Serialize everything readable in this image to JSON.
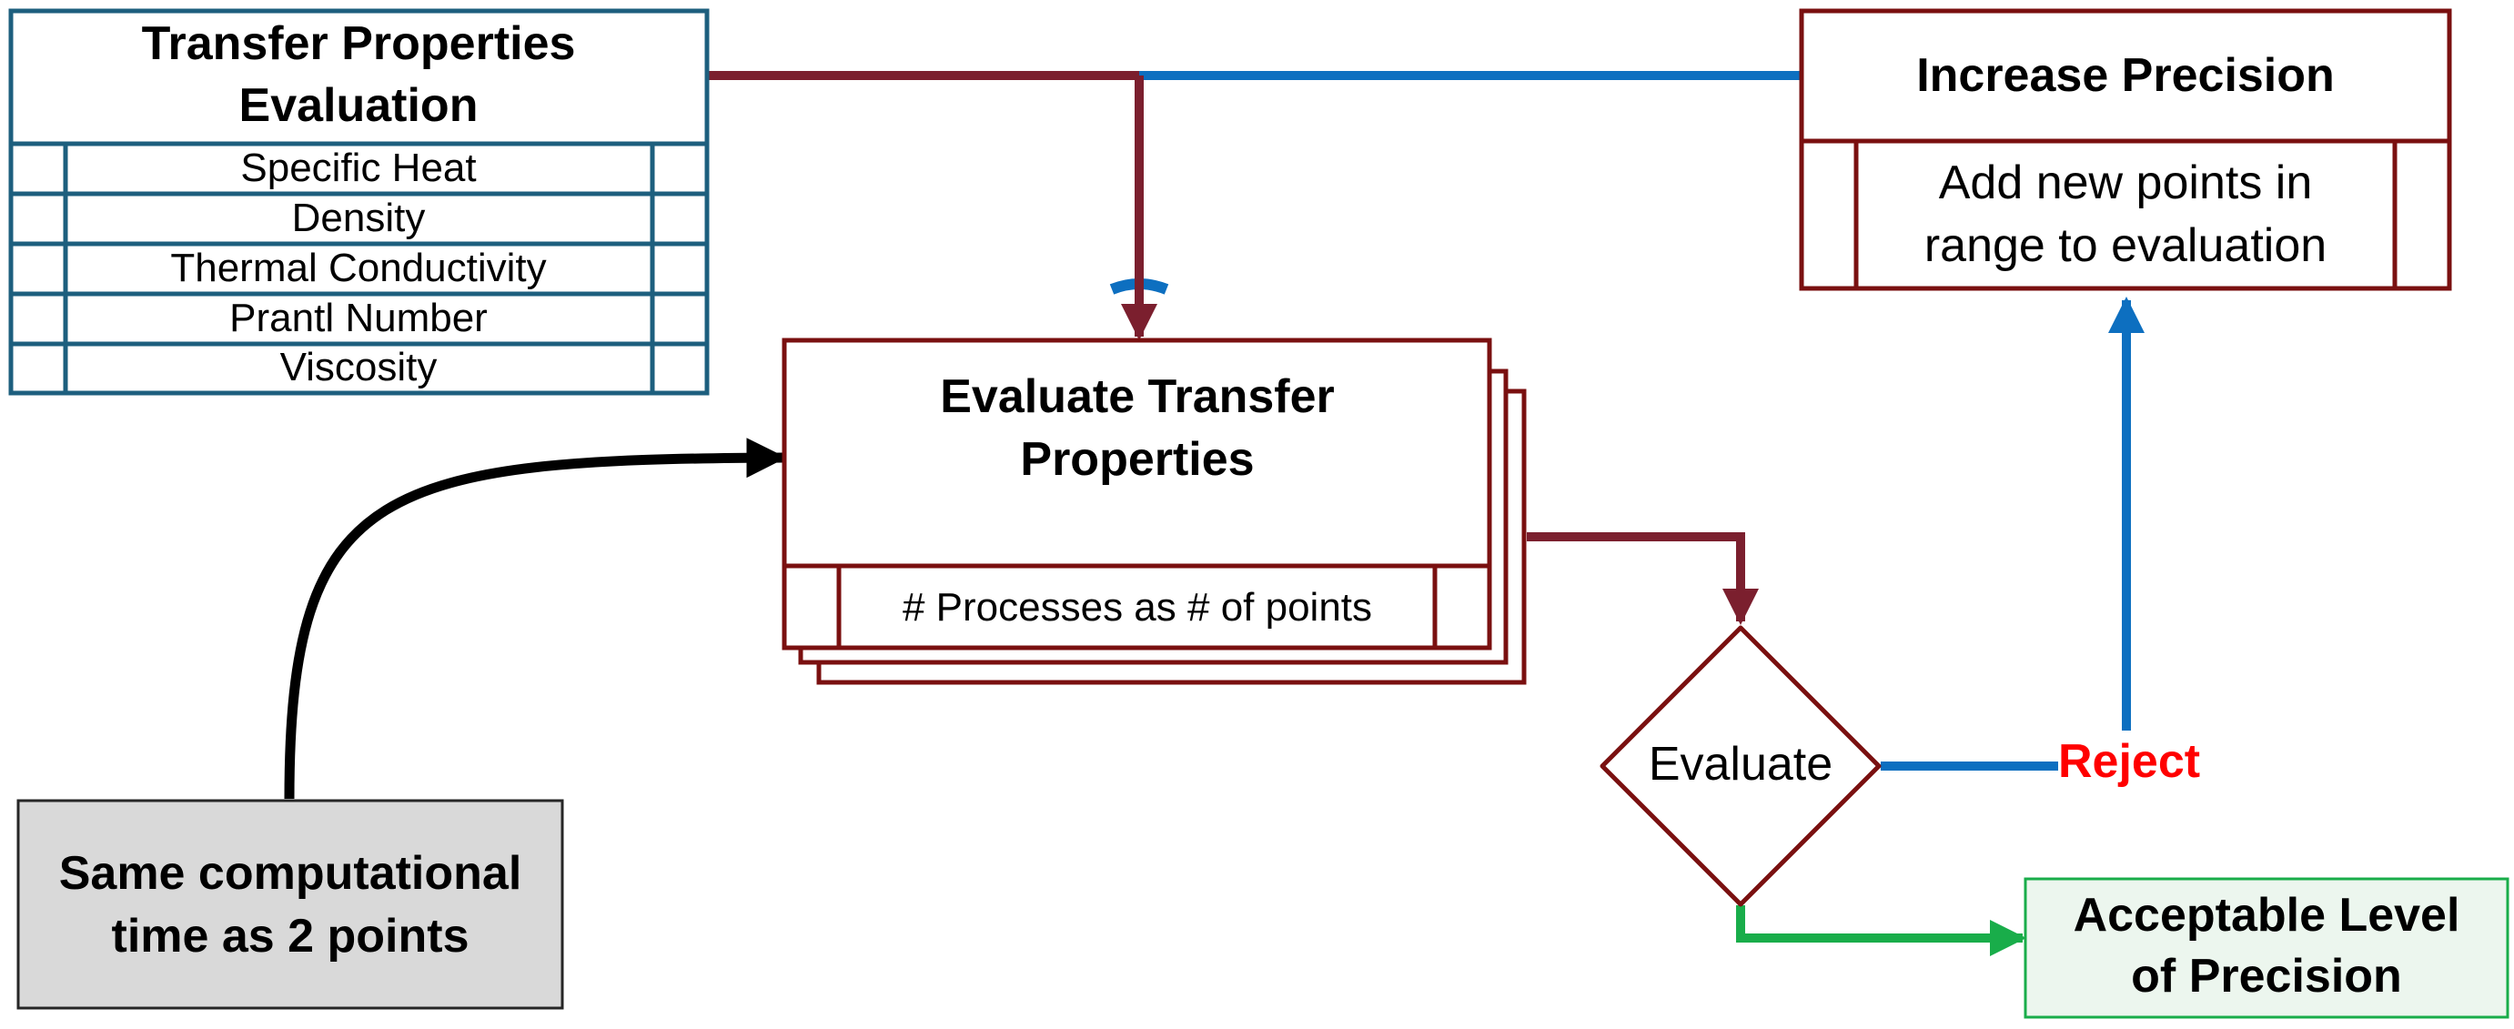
{
  "colors": {
    "teal": "#1d5f7e",
    "maroon": "#7b1f2e",
    "dark_red": "#7a1010",
    "blue": "#0d6fc0",
    "green": "#19ad4a",
    "green_fill": "#ecf6ee",
    "gray_fill": "#d9d9d9",
    "reject_red": "#ff0000"
  },
  "transfer_table": {
    "title_line1": "Transfer Properties",
    "title_line2": "Evaluation",
    "rows": [
      "Specific Heat",
      "Density",
      "Thermal Conductivity",
      "Prantl Number",
      "Viscosity"
    ]
  },
  "increase_precision": {
    "title": "Increase Precision",
    "body_line1": "Add new points in",
    "body_line2": "range to evaluation"
  },
  "evaluate_transfer": {
    "title_line1": "Evaluate Transfer",
    "title_line2": "Properties",
    "subtitle": "# Processes as # of points"
  },
  "decision": {
    "label": "Evaluate"
  },
  "reject_label": "Reject",
  "same_time": {
    "line1": "Same computational",
    "line2": "time as 2 points"
  },
  "acceptable": {
    "line1": "Acceptable Level",
    "line2": "of Precision"
  }
}
